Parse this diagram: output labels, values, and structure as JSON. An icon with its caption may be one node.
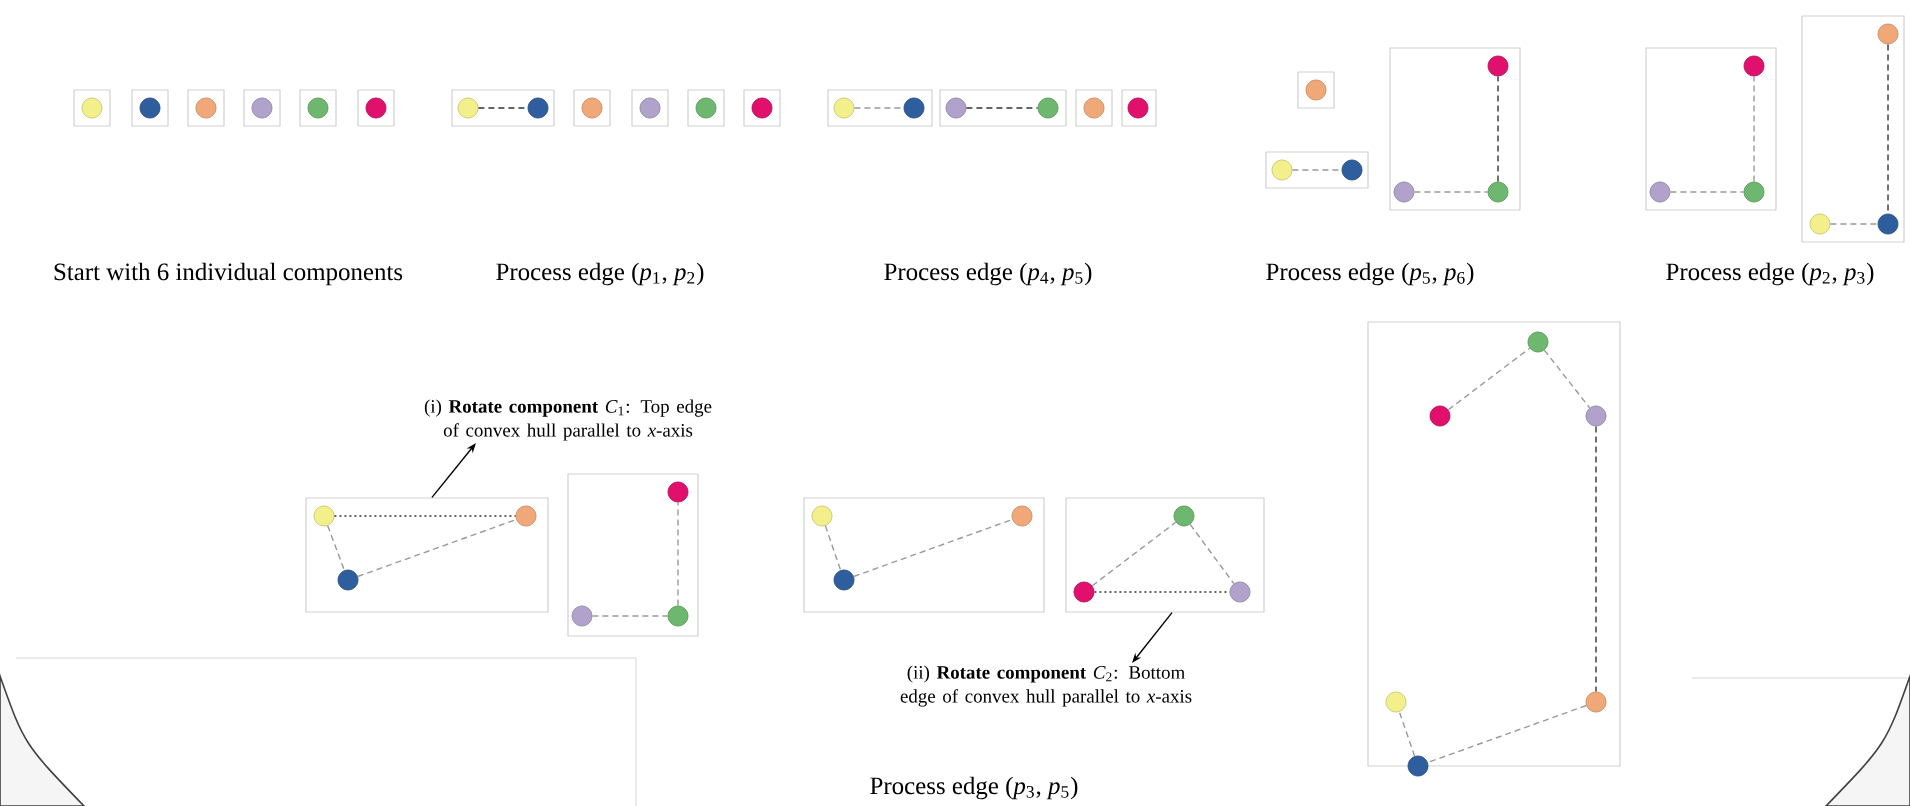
{
  "diagram": {
    "nodes": [
      {
        "text": [],
        "shape": "box"
      },
      {
        "text": [],
        "shape": "circle",
        "in": 0
      },
      {
        "text": [],
        "shape": "box"
      },
      {
        "text": [],
        "shape": "circle",
        "in": 2
      },
      {
        "text": [],
        "shape": "box"
      },
      {
        "text": [],
        "shape": "circle",
        "in": 4
      },
      {
        "text": [],
        "shape": "box"
      },
      {
        "text": [],
        "shape": "circle",
        "in": 6
      },
      {
        "text": [],
        "shape": "box"
      },
      {
        "text": [],
        "shape": "circle",
        "in": 8
      },
      {
        "text": [],
        "shape": "box"
      },
      {
        "text": [],
        "shape": "circle",
        "in": 10
      },
      {
        "text": [],
        "shape": "box"
      },
      {
        "text": [],
        "shape": "circle",
        "in": 12
      },
      {
        "text": [],
        "shape": "circle",
        "in": 12
      },
      {
        "text": [],
        "shape": "box"
      },
      {
        "text": [],
        "shape": "circle",
        "in": 15
      },
      {
        "text": [],
        "shape": "box"
      },
      {
        "text": [],
        "shape": "circle",
        "in": 17
      },
      {
        "text": [],
        "shape": "box"
      },
      {
        "text": [],
        "shape": "circle",
        "in": 19
      },
      {
        "text": [],
        "shape": "box"
      },
      {
        "text": [],
        "shape": "circle",
        "in": 21
      },
      {
        "text": [],
        "shape": "box"
      },
      {
        "text": [],
        "shape": "circle",
        "in": 23
      },
      {
        "text": [],
        "shape": "circle",
        "in": 23
      },
      {
        "text": [],
        "shape": "box"
      },
      {
        "text": [],
        "shape": "circle",
        "in": 26
      },
      {
        "text": [],
        "shape": "circle",
        "in": 26
      },
      {
        "text": [],
        "shape": "box"
      },
      {
        "text": [],
        "shape": "circle",
        "in": 29
      },
      {
        "text": [],
        "shape": "box"
      },
      {
        "text": [],
        "shape": "circle",
        "in": 31
      },
      {
        "text": [],
        "shape": "box"
      },
      {
        "text": [],
        "shape": "circle",
        "in": 33
      },
      {
        "text": [],
        "shape": "box"
      },
      {
        "text": [],
        "shape": "circle",
        "in": 35
      },
      {
        "text": [],
        "shape": "circle",
        "in": 35
      },
      {
        "text": [],
        "shape": "box"
      },
      {
        "text": [],
        "shape": "circle",
        "in": 38
      },
      {
        "text": [],
        "shape": "circle",
        "in": 38
      },
      {
        "text": [],
        "shape": "circle",
        "in": 38
      },
      {
        "text": [],
        "shape": "box"
      },
      {
        "text": [],
        "shape": "circle",
        "in": 42
      },
      {
        "text": [],
        "shape": "circle",
        "in": 42
      },
      {
        "text": [],
        "shape": "circle",
        "in": 42
      },
      {
        "text": [],
        "shape": "box"
      },
      {
        "text": [],
        "shape": "circle",
        "in": 46
      },
      {
        "text": [],
        "shape": "circle",
        "in": 46
      },
      {
        "text": [],
        "shape": "circle",
        "in": 46
      },
      {
        "text": [
          "(i) **Rotate component** *C*$_{1}$: Top edge of convex hull parallel to *x*-axis"
        ]
      },
      {
        "text": [],
        "shape": "box"
      },
      {
        "text": [],
        "shape": "circle",
        "in": 51
      },
      {
        "text": [],
        "shape": "circle",
        "in": 51
      },
      {
        "text": [],
        "shape": "circle",
        "in": 51
      },
      {
        "text": [],
        "shape": "box"
      },
      {
        "text": [],
        "shape": "circle",
        "in": 55
      },
      {
        "text": [],
        "shape": "circle",
        "in": 55
      },
      {
        "text": [],
        "shape": "circle",
        "in": 55
      },
      {
        "text": [],
        "shape": "box"
      },
      {
        "text": [],
        "shape": "circle",
        "in": 59
      },
      {
        "text": [],
        "shape": "circle",
        "in": 59
      },
      {
        "text": [],
        "shape": "circle",
        "in": 59
      },
      {
        "text": [],
        "shape": "box"
      },
      {
        "text": [],
        "shape": "circle",
        "in": 63
      },
      {
        "text": [],
        "shape": "circle",
        "in": 63
      },
      {
        "text": [],
        "shape": "circle",
        "in": 63
      },
      {
        "text": [
          "(ii) **Rotate component** *C*$_{2}$: Bottom edge of convex hull parallel to *x*-axis"
        ]
      },
      {
        "text": [],
        "shape": "box"
      },
      {
        "text": [],
        "shape": "circle",
        "in": 68
      },
      {
        "text": [],
        "shape": "circle",
        "in": 68
      },
      {
        "text": [],
        "shape": "circle",
        "in": 68
      },
      {
        "text": [],
        "shape": "circle",
        "in": 68
      },
      {
        "text": [],
        "shape": "circle",
        "in": 68
      },
      {
        "text": [],
        "shape": "circle",
        "in": 68
      }
    ],
    "edges": [
      {
        "from": 13,
        "to": 14,
        "arrow": "none",
        "style": "dashed",
        "color": "#333333"
      },
      {
        "from": 24,
        "to": 25,
        "arrow": "none",
        "style": "dashed"
      },
      {
        "from": 27,
        "to": 28,
        "arrow": "none",
        "style": "dashed",
        "color": "#333333"
      },
      {
        "from": 36,
        "to": 37,
        "arrow": "none",
        "style": "dashed"
      },
      {
        "from": 40,
        "to": 41,
        "arrow": "none",
        "style": "dashed"
      },
      {
        "from": 41,
        "to": 39,
        "arrow": "none",
        "style": "dashed",
        "color": "#333333"
      },
      {
        "from": 44,
        "to": 45,
        "arrow": "none",
        "style": "dashed"
      },
      {
        "from": 45,
        "to": 43,
        "arrow": "none",
        "style": "dashed"
      },
      {
        "from": 47,
        "to": 49,
        "arrow": "none",
        "style": "dashed",
        "color": "#333333"
      },
      {
        "from": 48,
        "to": 49,
        "arrow": "none",
        "style": "dashed"
      },
      {
        "from": 52,
        "to": 53,
        "arrow": "none",
        "style": "dashed",
        "color": "#333333"
      },
      {
        "from": 52,
        "to": 54,
        "arrow": "none",
        "style": "dashed"
      },
      {
        "from": 54,
        "to": 53,
        "arrow": "none",
        "style": "dashed"
      },
      {
        "from": 57,
        "to": 58,
        "arrow": "none",
        "style": "dashed"
      },
      {
        "from": 58,
        "to": 56,
        "arrow": "none",
        "style": "dashed"
      },
      {
        "from": 60,
        "to": 62,
        "arrow": "none",
        "style": "dashed"
      },
      {
        "from": 62,
        "to": 61,
        "arrow": "none",
        "style": "dashed"
      },
      {
        "from": 65,
        "to": 64,
        "arrow": "none",
        "style": "dashed"
      },
      {
        "from": 64,
        "to": 66,
        "arrow": "none",
        "style": "dashed"
      },
      {
        "from": 65,
        "to": 66,
        "arrow": "none",
        "style": "dashed",
        "color": "#333333"
      },
      {
        "from": 51,
        "to": 50,
        "arrow": "to",
        "color": "#000000"
      },
      {
        "from": 63,
        "to": 67,
        "arrow": "to",
        "color": "#000000"
      },
      {
        "from": 70,
        "to": 69,
        "arrow": "none",
        "style": "dashed"
      },
      {
        "from": 69,
        "to": 71,
        "arrow": "none",
        "style": "dashed"
      },
      {
        "from": 71,
        "to": 73,
        "arrow": "none",
        "style": "dashed",
        "color": "#333333"
      },
      {
        "from": 73,
        "to": 74,
        "arrow": "none",
        "style": "dashed"
      },
      {
        "from": 74,
        "to": 72,
        "arrow": "none",
        "style": "dashed"
      }
    ],
    "labels": [
      "Start with 6 individual components",
      "Process edge (*p*$_{1}$, *p*$_{2}$)",
      "Process edge (*p*$_{4}$, *p*$_{5}$)",
      "Process edge (*p*$_{5}$, *p*$_{6}$)",
      "Process edge (*p*$_{2}$, *p*$_{3}$)",
      "Process edge (*p*$_{3}$, *p*$_{5}$)"
    ]
  }
}
